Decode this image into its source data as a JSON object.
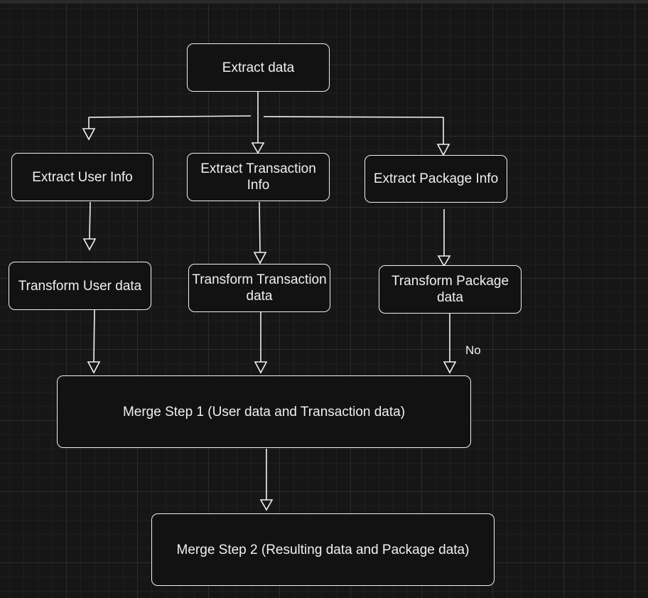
{
  "diagram": {
    "nodes": {
      "extract_data": "Extract data",
      "extract_user": "Extract User Info",
      "extract_transaction": "Extract Transaction Info",
      "extract_package": "Extract Package Info",
      "transform_user": "Transform User data",
      "transform_transaction": "Transform Transaction data",
      "transform_package": "Transform Package data",
      "merge_step_1": "Merge Step 1 (User data and Transaction data)",
      "merge_step_2": "Merge Step 2 (Resulting data and Package data)"
    },
    "edges": [
      {
        "from": "extract_data",
        "to": "extract_user",
        "label": ""
      },
      {
        "from": "extract_data",
        "to": "extract_transaction",
        "label": ""
      },
      {
        "from": "extract_data",
        "to": "extract_package",
        "label": ""
      },
      {
        "from": "extract_user",
        "to": "transform_user",
        "label": ""
      },
      {
        "from": "extract_transaction",
        "to": "transform_transaction",
        "label": ""
      },
      {
        "from": "extract_package",
        "to": "transform_package",
        "label": ""
      },
      {
        "from": "transform_user",
        "to": "merge_step_1",
        "label": ""
      },
      {
        "from": "transform_transaction",
        "to": "merge_step_1",
        "label": ""
      },
      {
        "from": "transform_package",
        "to": "merge_step_1",
        "label": "No"
      },
      {
        "from": "merge_step_1",
        "to": "merge_step_2",
        "label": ""
      }
    ],
    "colors": {
      "background": "#161616",
      "grid": "#2c2c2c",
      "stroke": "#f0f0f0",
      "node_fill": "#121212"
    }
  }
}
